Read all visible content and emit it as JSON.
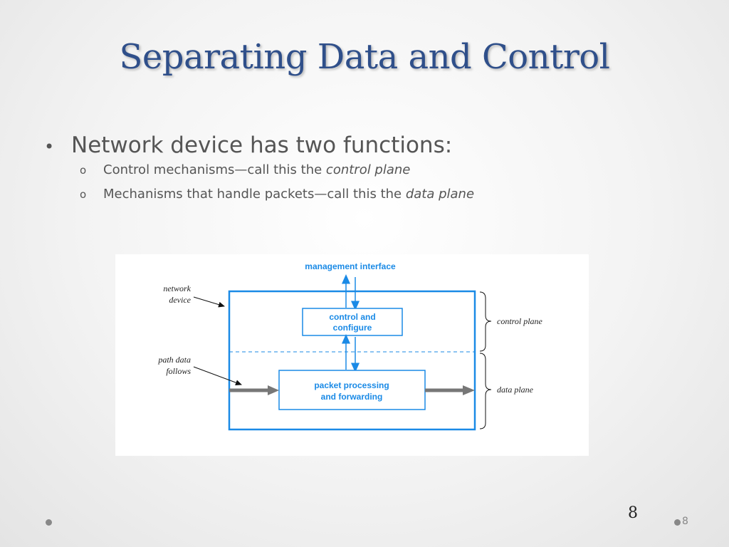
{
  "slide": {
    "title": "Separating Data and Control",
    "bullet_main": "Network device has two functions:",
    "sub_bullets": [
      {
        "prefix": "Control mechanisms—call this the ",
        "emphasis": "control plane"
      },
      {
        "prefix": "Mechanisms that handle packets—call this the ",
        "emphasis": "data plane"
      }
    ],
    "bullet_glyph": "•",
    "sub_bullet_glyph": "o"
  },
  "diagram": {
    "management_interface": "management interface",
    "control_box_line1": "control and",
    "control_box_line2": "configure",
    "packet_box_line1": "packet processing",
    "packet_box_line2": "and forwarding",
    "network_device_line1": "network",
    "network_device_line2": "device",
    "path_data_line1": "path data",
    "path_data_line2": "follows",
    "control_plane_label": "control plane",
    "data_plane_label": "data plane",
    "colors": {
      "accent_blue": "#1a8ae6",
      "arrow_gray": "#777777",
      "title_blue": "#2f4f8a"
    }
  },
  "footer": {
    "page_number_large": "8",
    "page_number_small": "8"
  }
}
